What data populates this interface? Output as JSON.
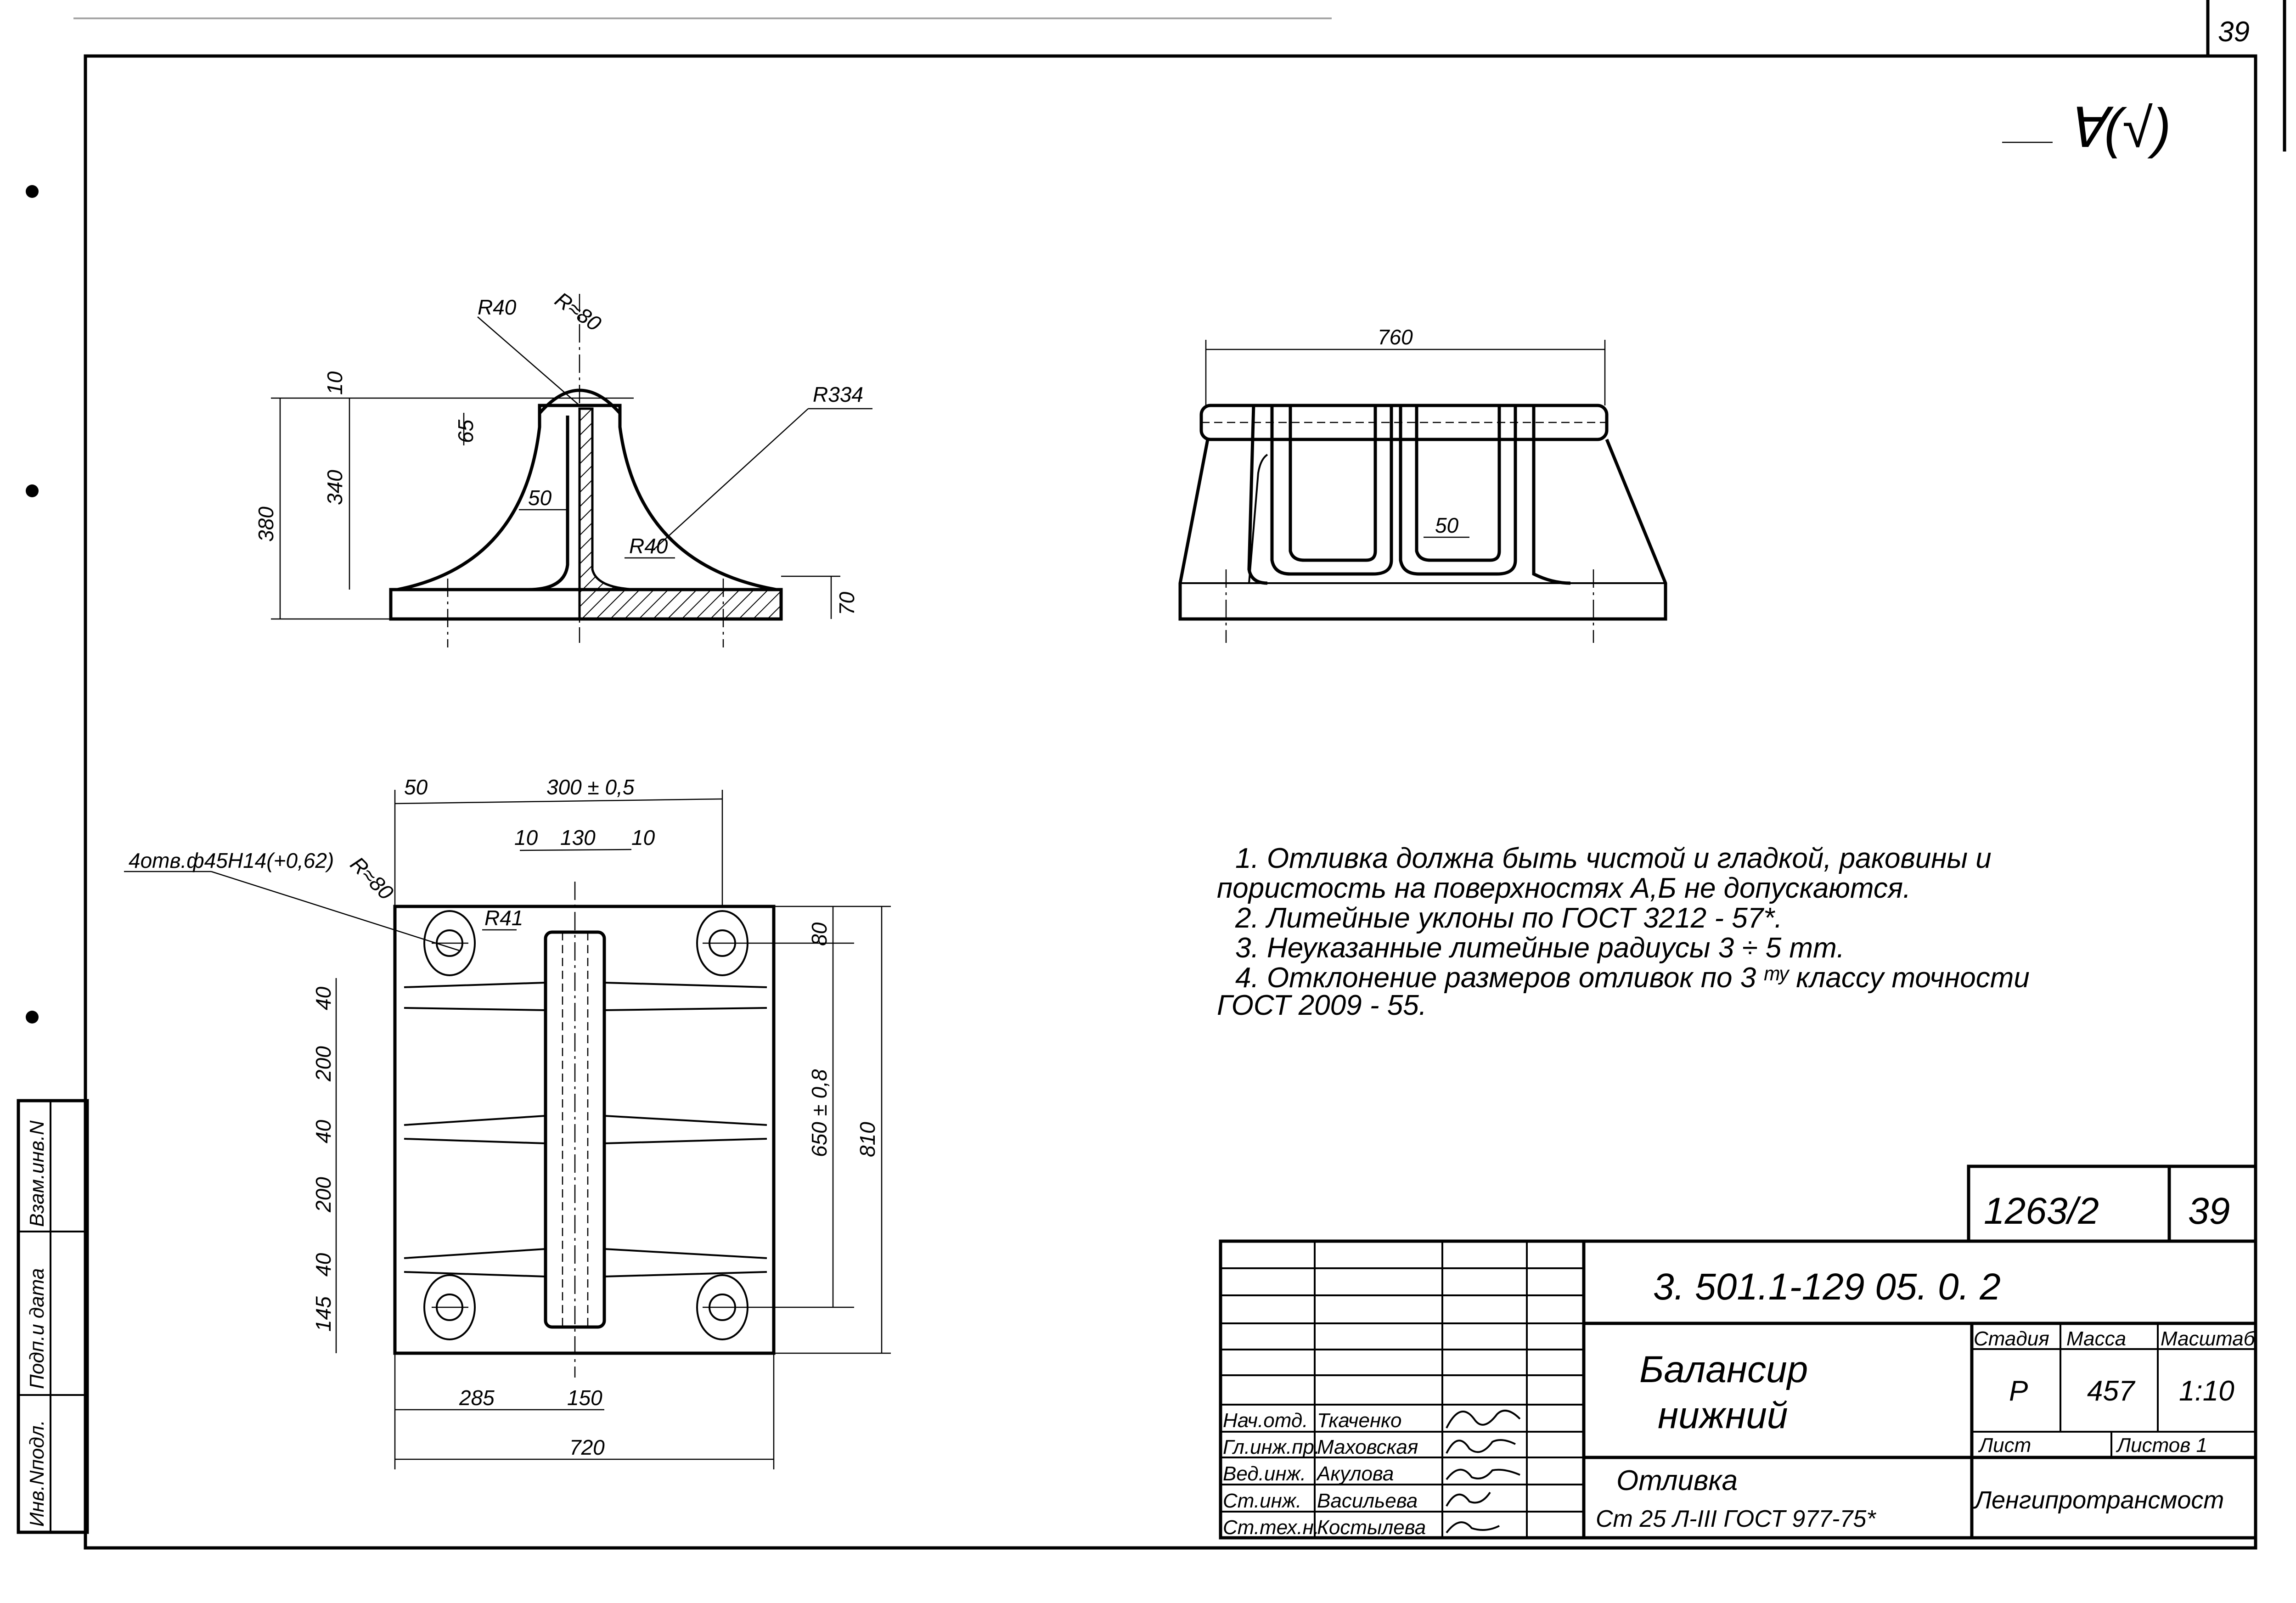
{
  "sheet": {
    "page_number": "39",
    "roughness_symbol": "∀(√)",
    "colors": {
      "ink": "#000000",
      "paper": "#ffffff"
    }
  },
  "side_stamp": {
    "inventory_original": "Инв.Nподл.",
    "signature_date": "Подп.и дата",
    "replacement_inventory": "Взам.инв.N"
  },
  "front_view": {
    "dims": {
      "r40_top": "R40",
      "r80": "R≈80",
      "r334": "R334",
      "h10": "10",
      "h65": "65",
      "h380": "380",
      "h340": "340",
      "w50": "50",
      "r40_bottom": "R40",
      "h70": "70"
    }
  },
  "side_view": {
    "dims": {
      "width": "760",
      "rib": "50"
    }
  },
  "plan_view": {
    "holes_note": "4отв.ф45Н14(+0,62)",
    "dims": {
      "edge50": "50",
      "holes300": "300 ± 0,5",
      "d10a": "10",
      "d130": "130",
      "d10b": "10",
      "r80": "R≈80",
      "r41": "R41",
      "left": [
        "40",
        "200",
        "40",
        "200",
        "40",
        "145"
      ],
      "d80": "80",
      "d650": "650 ± 0,8",
      "d810": "810",
      "d285": "285",
      "d150": "150",
      "d720": "720"
    }
  },
  "notes": [
    "1. Отливка должна быть чистой и гладкой, раковины и",
    "пористость на поверхностях А,Б не допускаются.",
    "2. Литейные уклоны по ГОСТ 3212 - 57*.",
    "3. Неуказанные литейные радиусы 3 ÷ 5 mm.",
    "4. Отклонение размеров отливок по 3 ᵐʸ классу точности",
    "ГОСТ 2009 - 55."
  ],
  "title_block": {
    "project_number": "1263/2",
    "sheet_number": "39",
    "document_code": "3. 501.1-129 05. 0. 2",
    "part_name_line1": "Балансир",
    "part_name_line2": "нижний",
    "stage_label": "Стадия",
    "mass_label": "Масса",
    "scale_label": "Масштаб",
    "stage": "Р",
    "mass": "457",
    "scale": "1:10",
    "sheet_label": "Лист",
    "sheets_label": "Листов 1",
    "material_line1": "Отливка",
    "material_line2": "Ст 25 Л-III ГОСТ 977-75*",
    "organization": "Ленгипротрансмост",
    "signatories": [
      {
        "role": "Нач.отд.",
        "name": "Ткаченко"
      },
      {
        "role": "Гл.инж.пр.",
        "name": "Маховская"
      },
      {
        "role": "Вед.инж.",
        "name": "Акулова"
      },
      {
        "role": "Ст.инж.",
        "name": "Васильева"
      },
      {
        "role": "Ст.тех.н.",
        "name": "Костылева"
      }
    ]
  }
}
